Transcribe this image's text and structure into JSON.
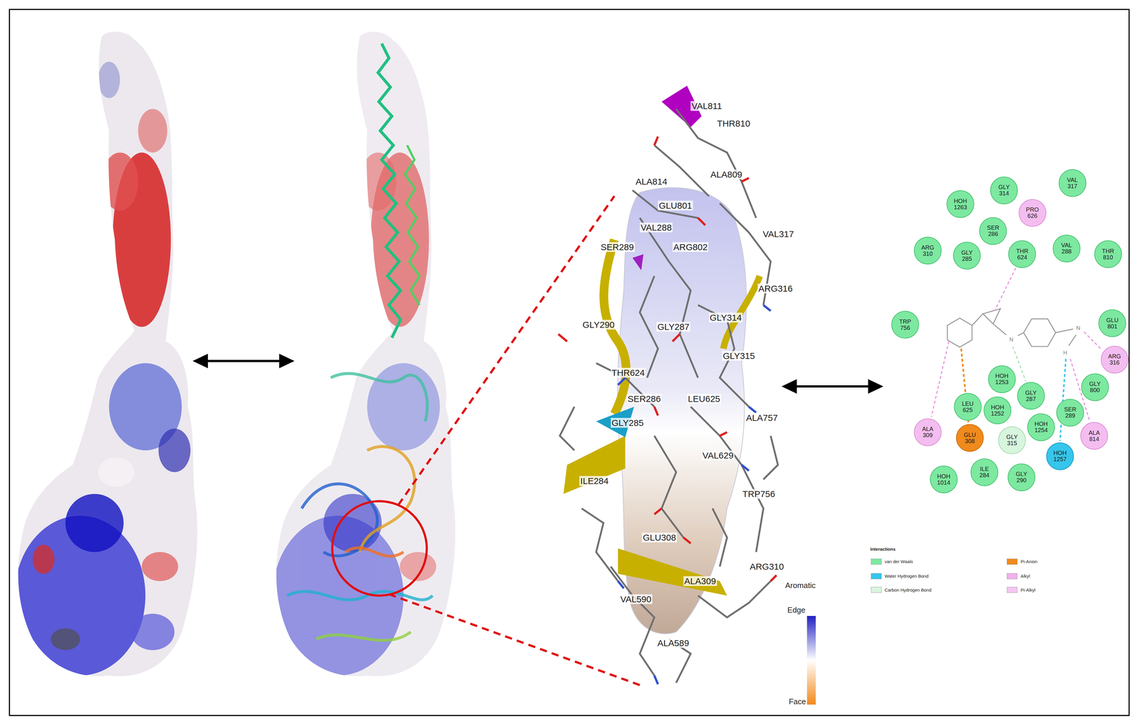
{
  "diagram": {
    "nodes": [
      {
        "text": [
          "HOH 1263"
        ]
      },
      {
        "text": [
          "GLY 314"
        ]
      },
      {
        "text": [
          "VAL 317"
        ]
      },
      {
        "text": [
          "PRO 626"
        ]
      },
      {
        "text": [
          "SER 286"
        ]
      },
      {
        "text": [
          "ARG 310"
        ]
      },
      {
        "text": [
          "GLY 285"
        ]
      },
      {
        "text": [
          "THR 624"
        ]
      },
      {
        "text": [
          "VAL 288"
        ]
      },
      {
        "text": [
          "THR 810"
        ]
      },
      {
        "text": [
          "TRP 756"
        ]
      },
      {
        "text": [
          "GLU 801"
        ]
      },
      {
        "text": [
          "ARG 316"
        ]
      },
      {
        "text": [
          "GLY 800"
        ]
      },
      {
        "text": [
          "HOH 1253"
        ]
      },
      {
        "text": [
          "GLY 287"
        ]
      },
      {
        "text": [
          "HOH 1252"
        ]
      },
      {
        "text": [
          "LEU 625"
        ]
      },
      {
        "text": [
          "ALA 309"
        ]
      },
      {
        "text": [
          "GLU 308"
        ]
      },
      {
        "text": [
          "GLY 315"
        ]
      },
      {
        "text": [
          "HOH 1254"
        ]
      },
      {
        "text": [
          "SER 289"
        ]
      },
      {
        "text": [
          "HOH 1257"
        ]
      },
      {
        "text": [
          "ALA 814"
        ]
      },
      {
        "text": [
          "HOH 1014"
        ]
      },
      {
        "text": [
          "ILE 284"
        ]
      },
      {
        "text": [
          "GLY 290"
        ]
      }
    ],
    "labels": [
      "VAL811",
      "THR810",
      "ALA809",
      "ALA814",
      "GLU801",
      "VAL288",
      "VAL317",
      "SER289",
      "ARG802",
      "ARG316",
      "GLY290",
      "GLY287",
      "GLY314",
      "GLY315",
      "THR624",
      "SER286",
      "LEU625",
      "GLY285",
      "ALA757",
      "VAL629",
      "ILE284",
      "TRP756",
      "GLU308",
      "ARG310",
      "ALA309",
      "VAL590",
      "ALA589",
      "Aromatic",
      "Edge",
      "Face",
      "N",
      "N",
      "H",
      "Interactions"
    ],
    "legend": [
      {
        "text": "van der Waals",
        "color": "#7de8a0"
      },
      {
        "text": "Water Hydrogen Bond",
        "color": "#36c6ec"
      },
      {
        "text": "Carbon Hydrogen Bond",
        "color": "#d8f5de"
      },
      {
        "text": "Pi-Anion",
        "color": "#f08a1c"
      },
      {
        "text": "Alkyl",
        "color": "#f0b0ea"
      },
      {
        "text": "Pi-Alkyl",
        "color": "#f4c6f0"
      }
    ]
  }
}
